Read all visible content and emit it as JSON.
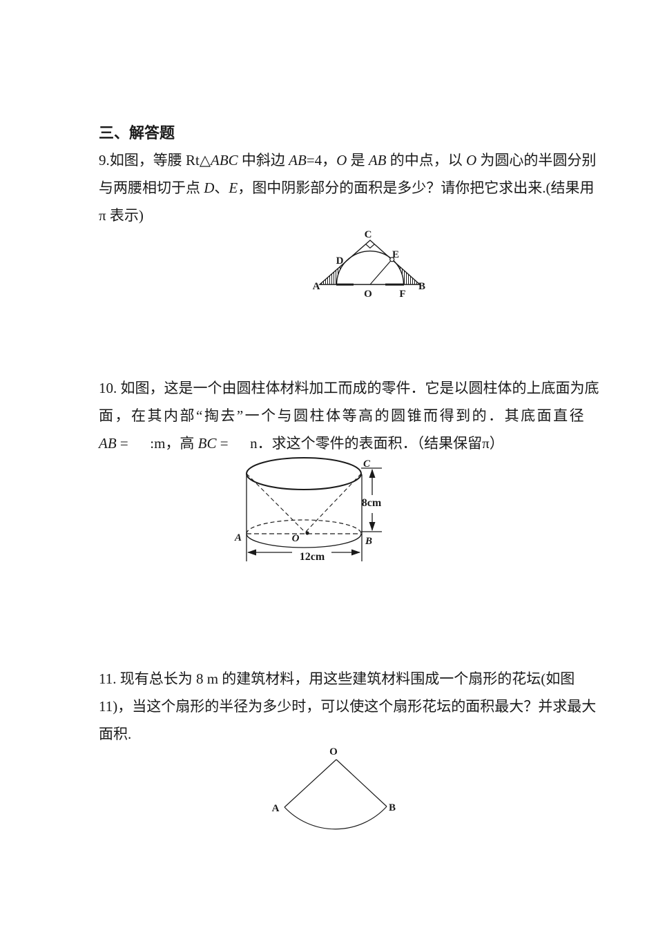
{
  "heading": {
    "text": "三、解答题"
  },
  "p9": {
    "l1": [
      {
        "t": "9.如图，等腰 Rt△"
      },
      {
        "t": "ABC",
        "i": true
      },
      {
        "t": " 中斜边 "
      },
      {
        "t": "AB",
        "i": true
      },
      {
        "t": "=4，"
      },
      {
        "t": "O",
        "i": true
      },
      {
        "t": " 是 "
      },
      {
        "t": "AB",
        "i": true
      },
      {
        "t": " 的中点，以 "
      },
      {
        "t": "O",
        "i": true
      },
      {
        "t": " 为圆心的半圆分别"
      }
    ],
    "l2": [
      {
        "t": "与两腰相切于点 "
      },
      {
        "t": "D",
        "i": true
      },
      {
        "t": "、"
      },
      {
        "t": "E",
        "i": true
      },
      {
        "t": "，图中阴影部分的面积是多少？请你把它求出来.(结果用"
      }
    ],
    "l3": [
      {
        "t": "π 表示)"
      }
    ]
  },
  "p10": {
    "l1": [
      {
        "t": "10. 如图，这是一个由圆柱体材料加工而成的零件．它是以圆柱体的上底面为底"
      }
    ],
    "l2": [
      {
        "t": "面，在其内部“掏去”一个与圆柱体等高的圆锥而得到的．其底面直径"
      }
    ],
    "l3": [
      {
        "t": "AB",
        "i": true
      },
      {
        "t": " =      :m，高 "
      },
      {
        "t": "BC",
        "i": true
      },
      {
        "t": " =      n．求这个零件的表面积．（结果保留π）"
      }
    ]
  },
  "p11": {
    "l1": [
      {
        "t": "11. 现有总长为 8 m 的建筑材料，用这些建筑材料围成一个扇形的花坛(如图"
      }
    ],
    "l2": [
      {
        "t": "11)，当这个扇形的半径为多少时，可以使这个扇形花坛的面积最大？并求最大"
      }
    ],
    "l3": [
      {
        "t": "面积."
      }
    ]
  },
  "fig_triangle": {
    "labels": {
      "A": "A",
      "B": "B",
      "C": "C",
      "D": "D",
      "E": "E",
      "F": "F",
      "O": "O"
    }
  },
  "fig_cylinder": {
    "labels": {
      "A": "A",
      "B": "B",
      "C": "C",
      "O": "O"
    },
    "height": "8cm",
    "diameter": "12cm"
  },
  "fig_sector": {
    "labels": {
      "O": "O",
      "A": "A",
      "B": "B"
    }
  }
}
